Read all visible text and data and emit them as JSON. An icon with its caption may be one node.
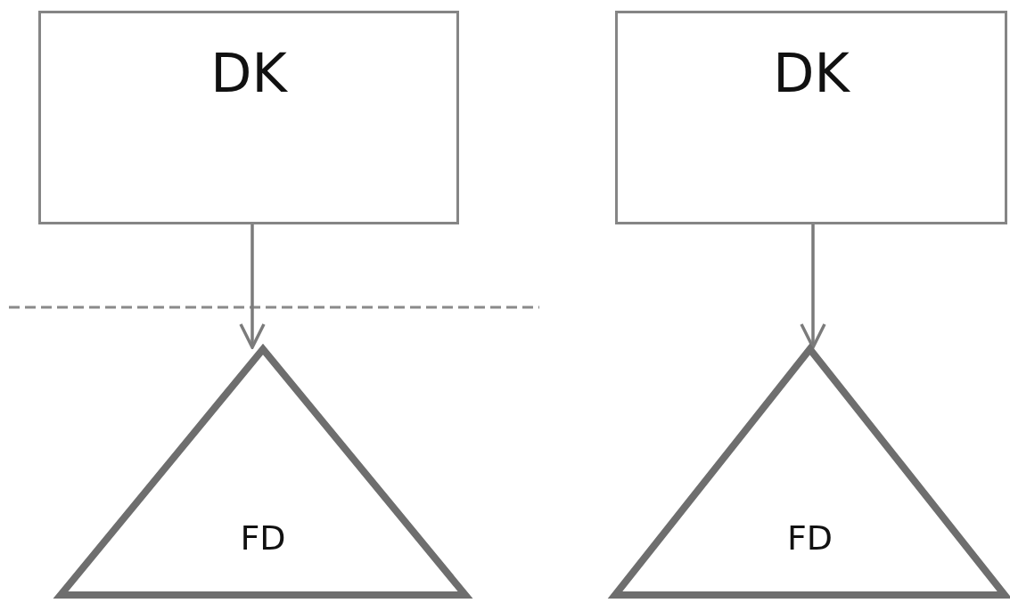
{
  "diagram": {
    "nodes": [
      {
        "text": [
          "DK"
        ]
      },
      {
        "text": [
          "FD"
        ]
      },
      {
        "text": [
          "DK"
        ]
      },
      {
        "text": [
          "FD"
        ]
      }
    ],
    "edges": [
      {
        "from": 0,
        "to": 1,
        "arrow": "to"
      },
      {
        "from": 2,
        "to": 3,
        "arrow": "to"
      }
    ]
  }
}
